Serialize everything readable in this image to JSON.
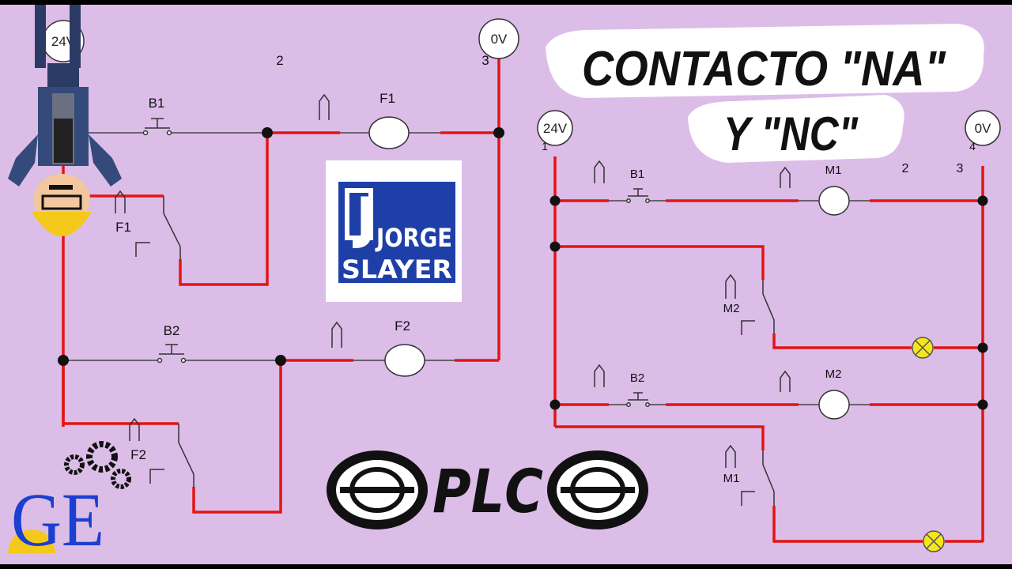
{
  "title": {
    "line1": "CONTACTO \"NA\"",
    "line2": "Y \"NC\""
  },
  "logo": {
    "line1": "JORGE",
    "line2": "SLAYER"
  },
  "brand": {
    "ge": "GE",
    "plc": "PLC"
  },
  "left_circuit": {
    "supply": "24V",
    "ground": "0V",
    "button1": "B1",
    "button2": "B2",
    "coil1": "F1",
    "coil2": "F2",
    "contact1": "F1",
    "contact2": "F2",
    "node2": "2",
    "node3": "3"
  },
  "right_circuit": {
    "supply": "24V",
    "ground": "0V",
    "node1": "1",
    "node2": "2",
    "node3": "3",
    "node4": "4",
    "button1": "B1",
    "button2": "B2",
    "motor1": "M1",
    "motor2": "M2",
    "contact_m2": "M2",
    "contact_m1": "M1"
  },
  "colors": {
    "wire_active": "#e31414",
    "wire_idle": "#444444",
    "background": "#dcbde8",
    "logo_blue": "#1f3fa8",
    "lamp": "#f5e61c"
  }
}
